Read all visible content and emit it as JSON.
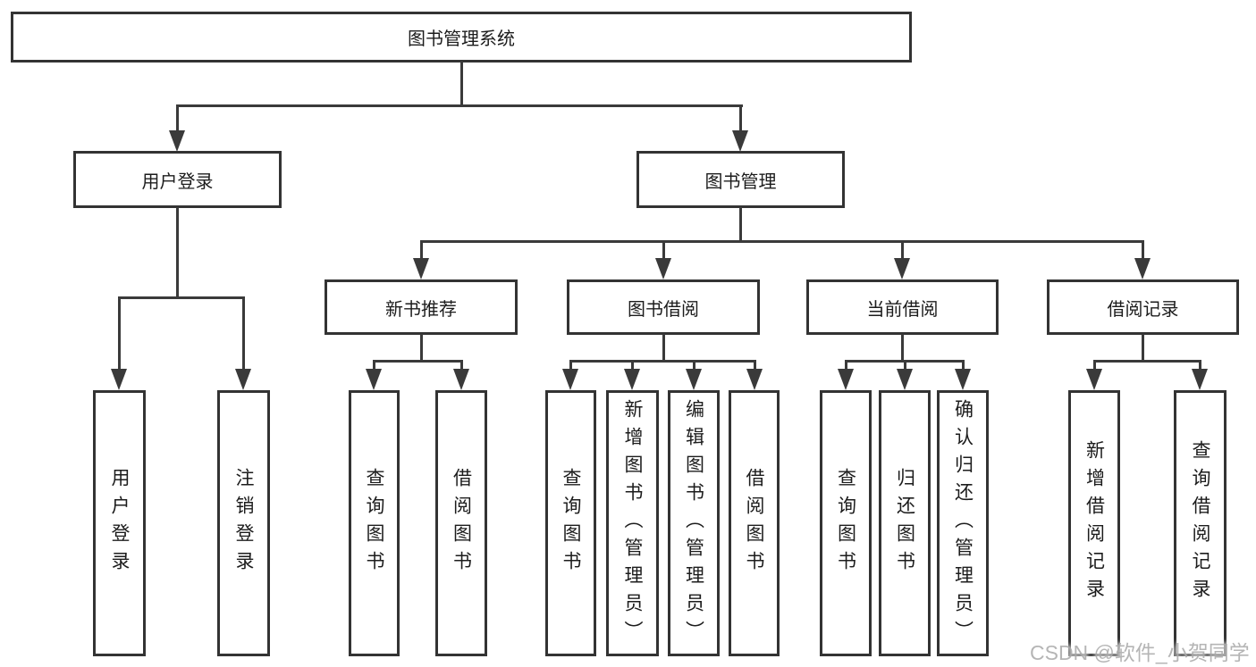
{
  "diagram": {
    "root": {
      "label": "图书管理系统"
    },
    "level2": [
      {
        "label": "用户登录"
      },
      {
        "label": "图书管理"
      }
    ],
    "level3": [
      {
        "label": "新书推荐"
      },
      {
        "label": "图书借阅"
      },
      {
        "label": "当前借阅"
      },
      {
        "label": "借阅记录"
      }
    ],
    "leaves": {
      "user_login": [
        {
          "label": "用户登录"
        },
        {
          "label": "注销登录"
        }
      ],
      "new_books": [
        {
          "label": "查询图书"
        },
        {
          "label": "借阅图书"
        }
      ],
      "book_borrow": [
        {
          "label": "查询图书"
        },
        {
          "label": "新增图书（管理员）"
        },
        {
          "label": "编辑图书（管理员）"
        },
        {
          "label": "借阅图书"
        }
      ],
      "current_borrow": [
        {
          "label": "查询图书"
        },
        {
          "label": "归还图书"
        },
        {
          "label": "确认归还（管理员）"
        }
      ],
      "borrow_records": [
        {
          "label": "新增借阅记录"
        },
        {
          "label": "查询借阅记录"
        }
      ]
    },
    "watermark": "CSDN @软件_小贺同学",
    "colors": {
      "line": "#3a3a3a",
      "border": "#333333",
      "text": "#1c1c1c",
      "watermark": "#a8a8a8",
      "background": "#ffffff"
    }
  }
}
